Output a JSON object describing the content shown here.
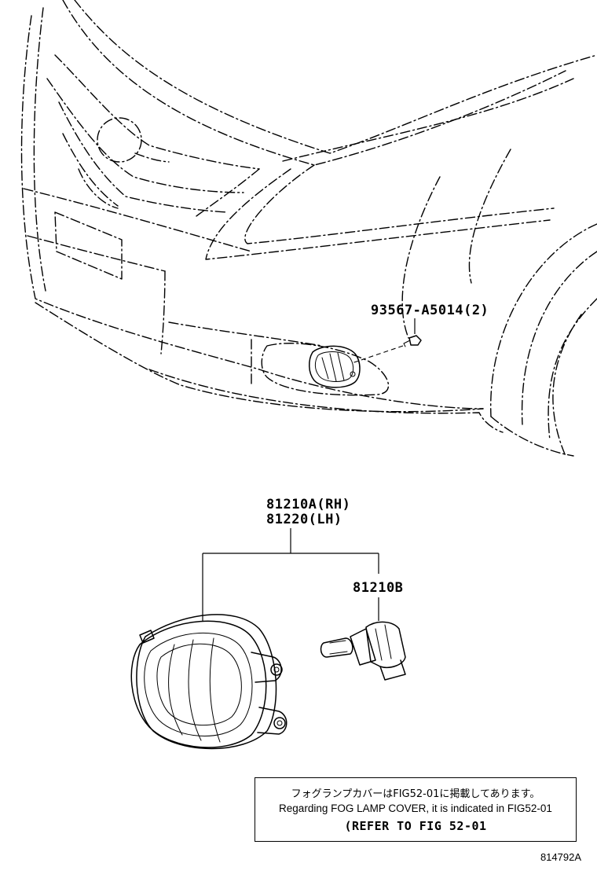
{
  "parts": {
    "bolt": "93567-A5014(2)",
    "lamp_rh": "81210A(RH)",
    "lamp_lh": "81220(LH)",
    "bulb": "81210B"
  },
  "note": {
    "japanese": "フォグランプカバーはFIG52-01に掲載してあります。",
    "english": "Regarding FOG LAMP COVER, it is indicated in FIG52-01",
    "reference": "(REFER TO FIG 52-01"
  },
  "figure_id": "814792A"
}
